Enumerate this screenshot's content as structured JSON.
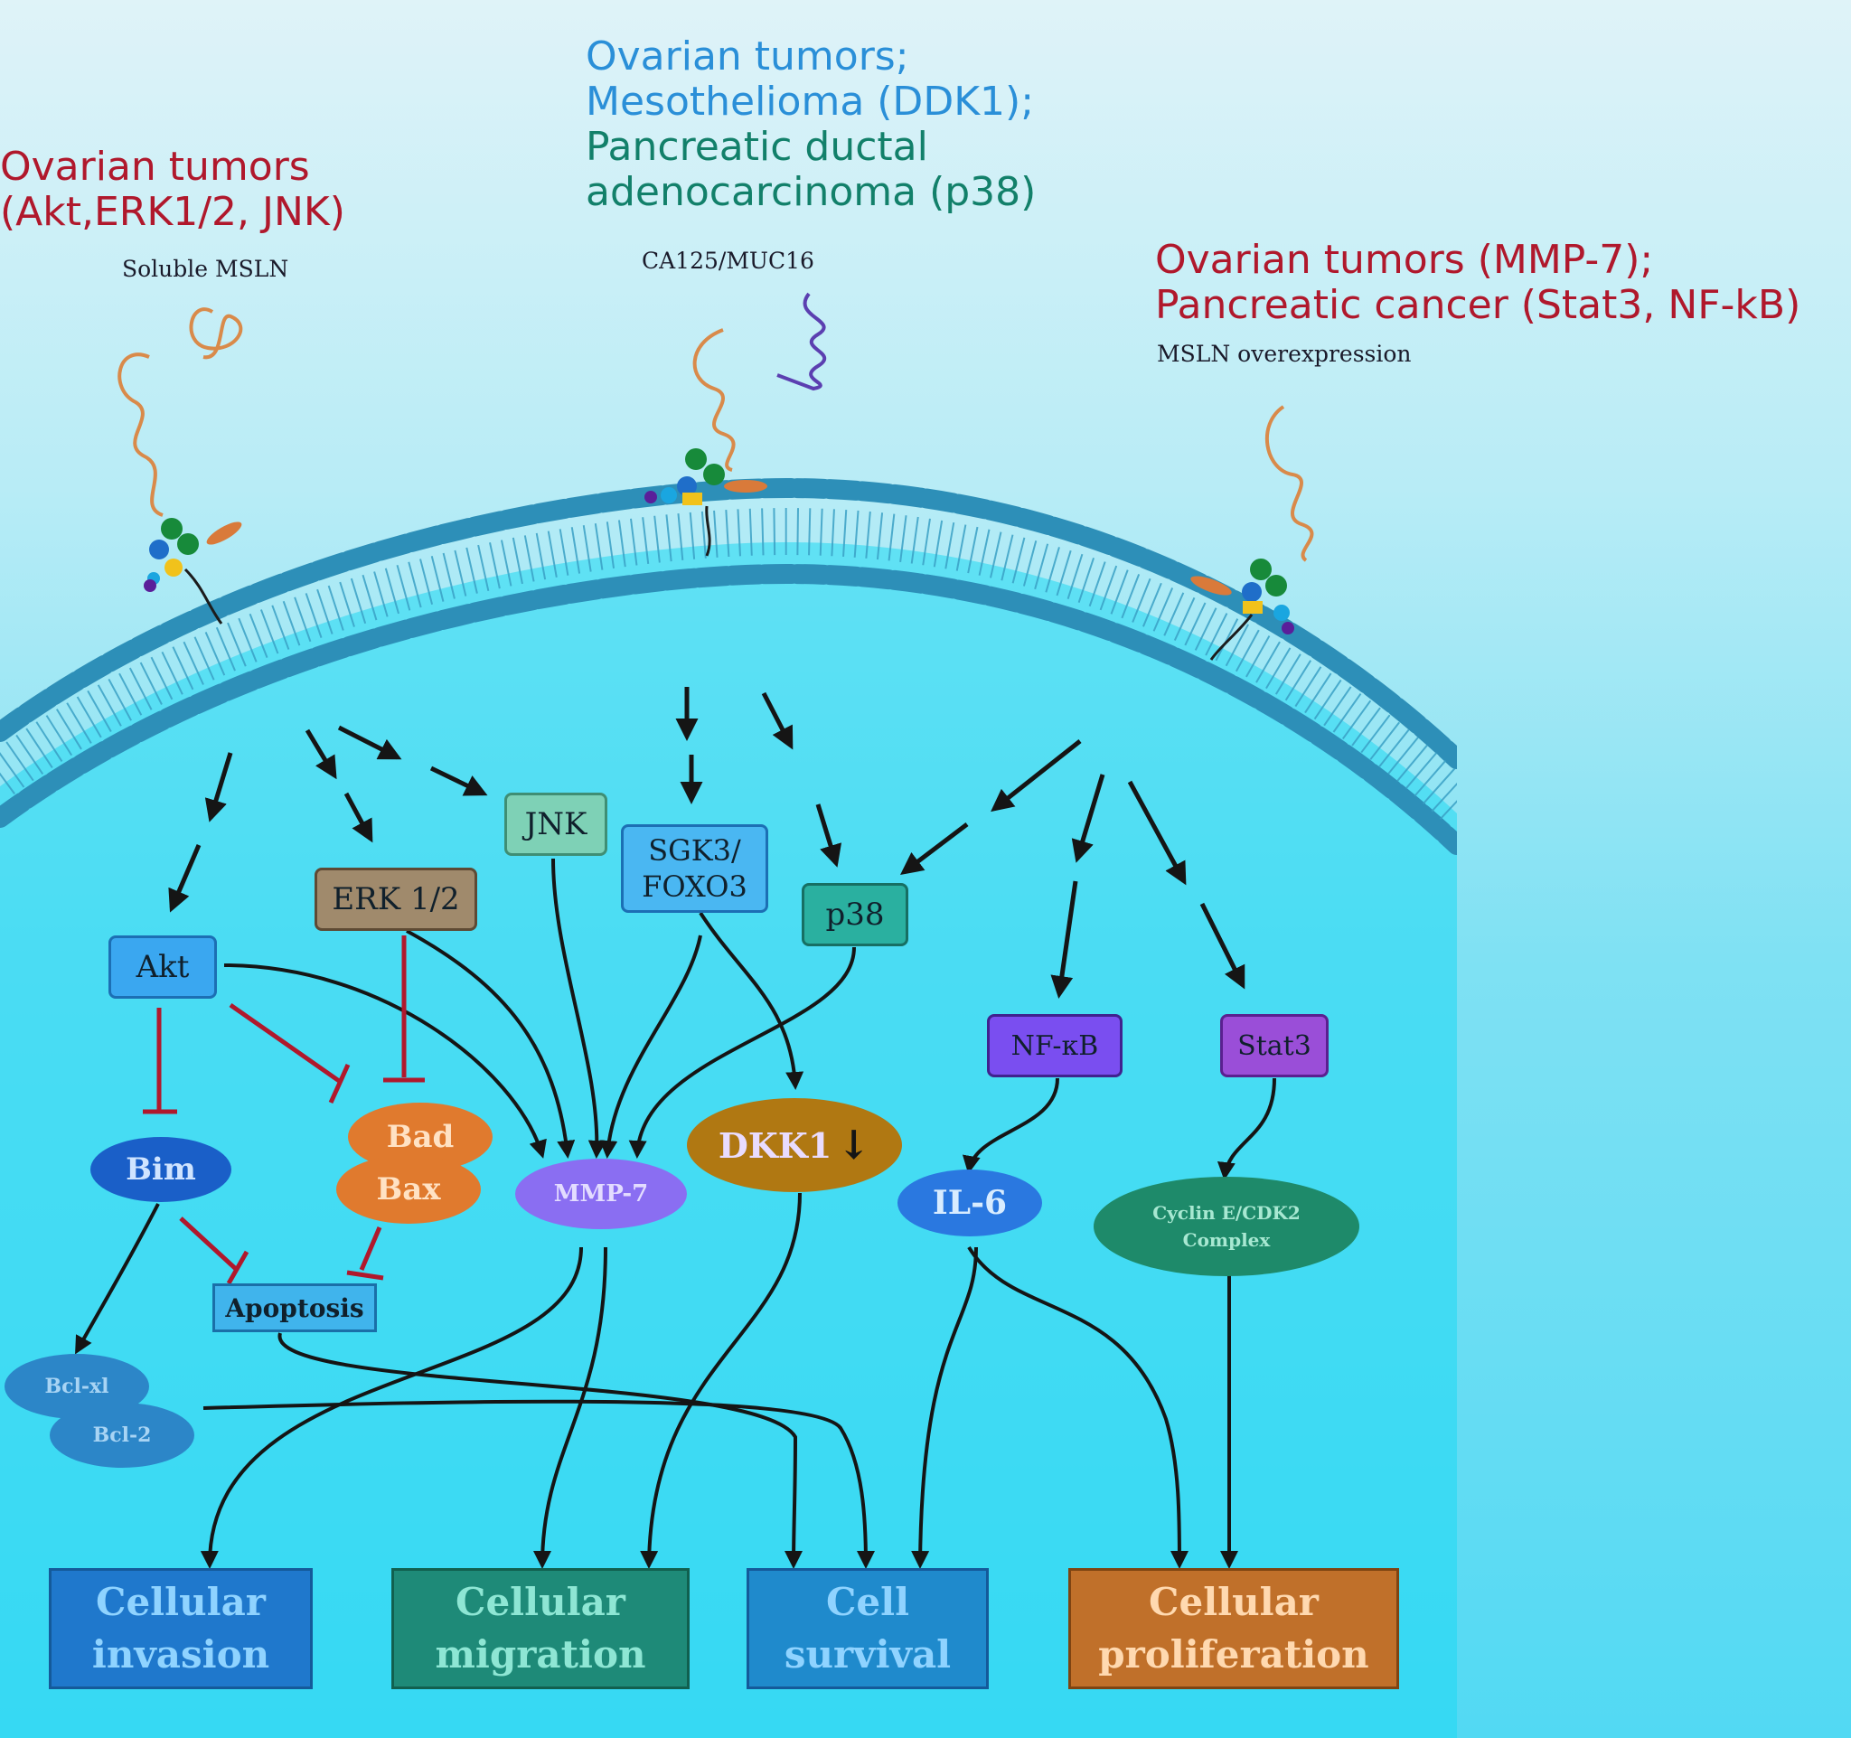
{
  "headers": {
    "left": {
      "line1": "Ovarian tumors",
      "line2": "(Akt,ERK1/2, JNK)"
    },
    "center": {
      "line1": "Ovarian tumors;",
      "line2": "Mesothelioma (DDK1);",
      "line3": "Pancreatic ductal",
      "line4": "adenocarcinoma (p38)"
    },
    "right": {
      "line1": "Ovarian tumors (MMP-7);",
      "line2": "Pancreatic cancer (Stat3, NF-kB)"
    }
  },
  "receptors": {
    "soluble": "Soluble MSLN",
    "ca125": "CA125/MUC16",
    "overexpression": "MSLN overexpression"
  },
  "nodes": {
    "akt": "Akt",
    "erk": "ERK 1/2",
    "jnk": "JNK",
    "sgk3_line1": "SGK3/",
    "sgk3_line2": "FOXO3",
    "p38": "p38",
    "nfkb": "NF-κB",
    "stat3": "Stat3",
    "bim": "Bim",
    "bad": "Bad",
    "bax": "Bax",
    "mmp7": "MMP-7",
    "dkk1": "DKK1",
    "il6": "IL-6",
    "cyclin_line1": "Cyclin E/CDK2",
    "cyclin_line2": "Complex",
    "apoptosis": "Apoptosis",
    "bclxl": "Bcl-xl",
    "bcl2": "Bcl-2"
  },
  "outcomes": {
    "invasion": "Cellular\ninvasion",
    "migration": "Cellular\nmigration",
    "survival": "Cell\nsurvival",
    "proliferation": "Cellular\nproliferation"
  },
  "colors": {
    "header_red": "#b0182c",
    "header_blue": "#2a8fd8",
    "header_teal": "#12806a",
    "akt": "#3aa7f0",
    "erk": "#a08a6c",
    "jnk": "#7ed1b6",
    "sgk3": "#4ab7f2",
    "p38": "#2ab0a0",
    "nfkb": "#7a4ef0",
    "stat3": "#9a4ed8",
    "bim": "#1a5fc8",
    "bad_bax": "#e07a2e",
    "mmp7": "#8a6ef2",
    "dkk1": "#b07812",
    "il6": "#2a78e0",
    "cyclin": "#1e8a6a",
    "invasion": "#1f78cc",
    "migration": "#1e8a78",
    "survival": "#1f8acc",
    "proliferation": "#c0702a",
    "membrane": "#2d8fb8",
    "activation_arrow": "#151515",
    "inhibition": "#b0182c"
  }
}
